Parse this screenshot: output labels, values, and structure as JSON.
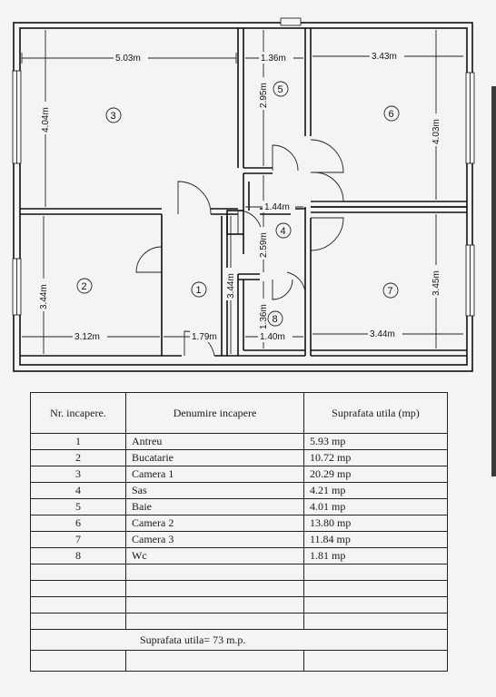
{
  "plan": {
    "dimensions": {
      "room3_width": "5.03m",
      "room3_height": "4.04m",
      "room5_width": "1.36m",
      "room5_height": "2.95m",
      "room6_width": "3.43m",
      "room6_height": "4.03m",
      "hall_width": "1.44m",
      "hall_height": "2.59m",
      "room2_height": "3.44m",
      "room2_width": "3.12m",
      "room1_height": "3.44m",
      "room1_width": "1.79m",
      "room8_height": "1.36m",
      "room8_width": "1.40m",
      "room7_height": "3.45m",
      "room7_width": "3.44m"
    },
    "room_numbers": {
      "r1": "1",
      "r2": "2",
      "r3": "3",
      "r4": "4",
      "r5": "5",
      "r6": "6",
      "r7": "7",
      "r8": "8"
    }
  },
  "table": {
    "headers": {
      "nr": "Nr. incapere.",
      "name": "Denumire incapere",
      "area": "Suprafata utila (mp)"
    },
    "rows": [
      {
        "nr": "1",
        "name": "Antreu",
        "area": "5.93 mp"
      },
      {
        "nr": "2",
        "name": "Bucatarie",
        "area": "10.72 mp"
      },
      {
        "nr": "3",
        "name": "Camera 1",
        "area": "20.29 mp"
      },
      {
        "nr": "4",
        "name": "Sas",
        "area": "4.21 mp"
      },
      {
        "nr": "5",
        "name": "Baie",
        "area": "4.01 mp"
      },
      {
        "nr": "6",
        "name": "Camera 2",
        "area": "13.80 mp"
      },
      {
        "nr": "7",
        "name": "Camera 3",
        "area": "11.84 mp"
      },
      {
        "nr": "8",
        "name": "Wc",
        "area": "1.81 mp"
      }
    ],
    "total": "Suprafata utila=  73  m.p."
  }
}
